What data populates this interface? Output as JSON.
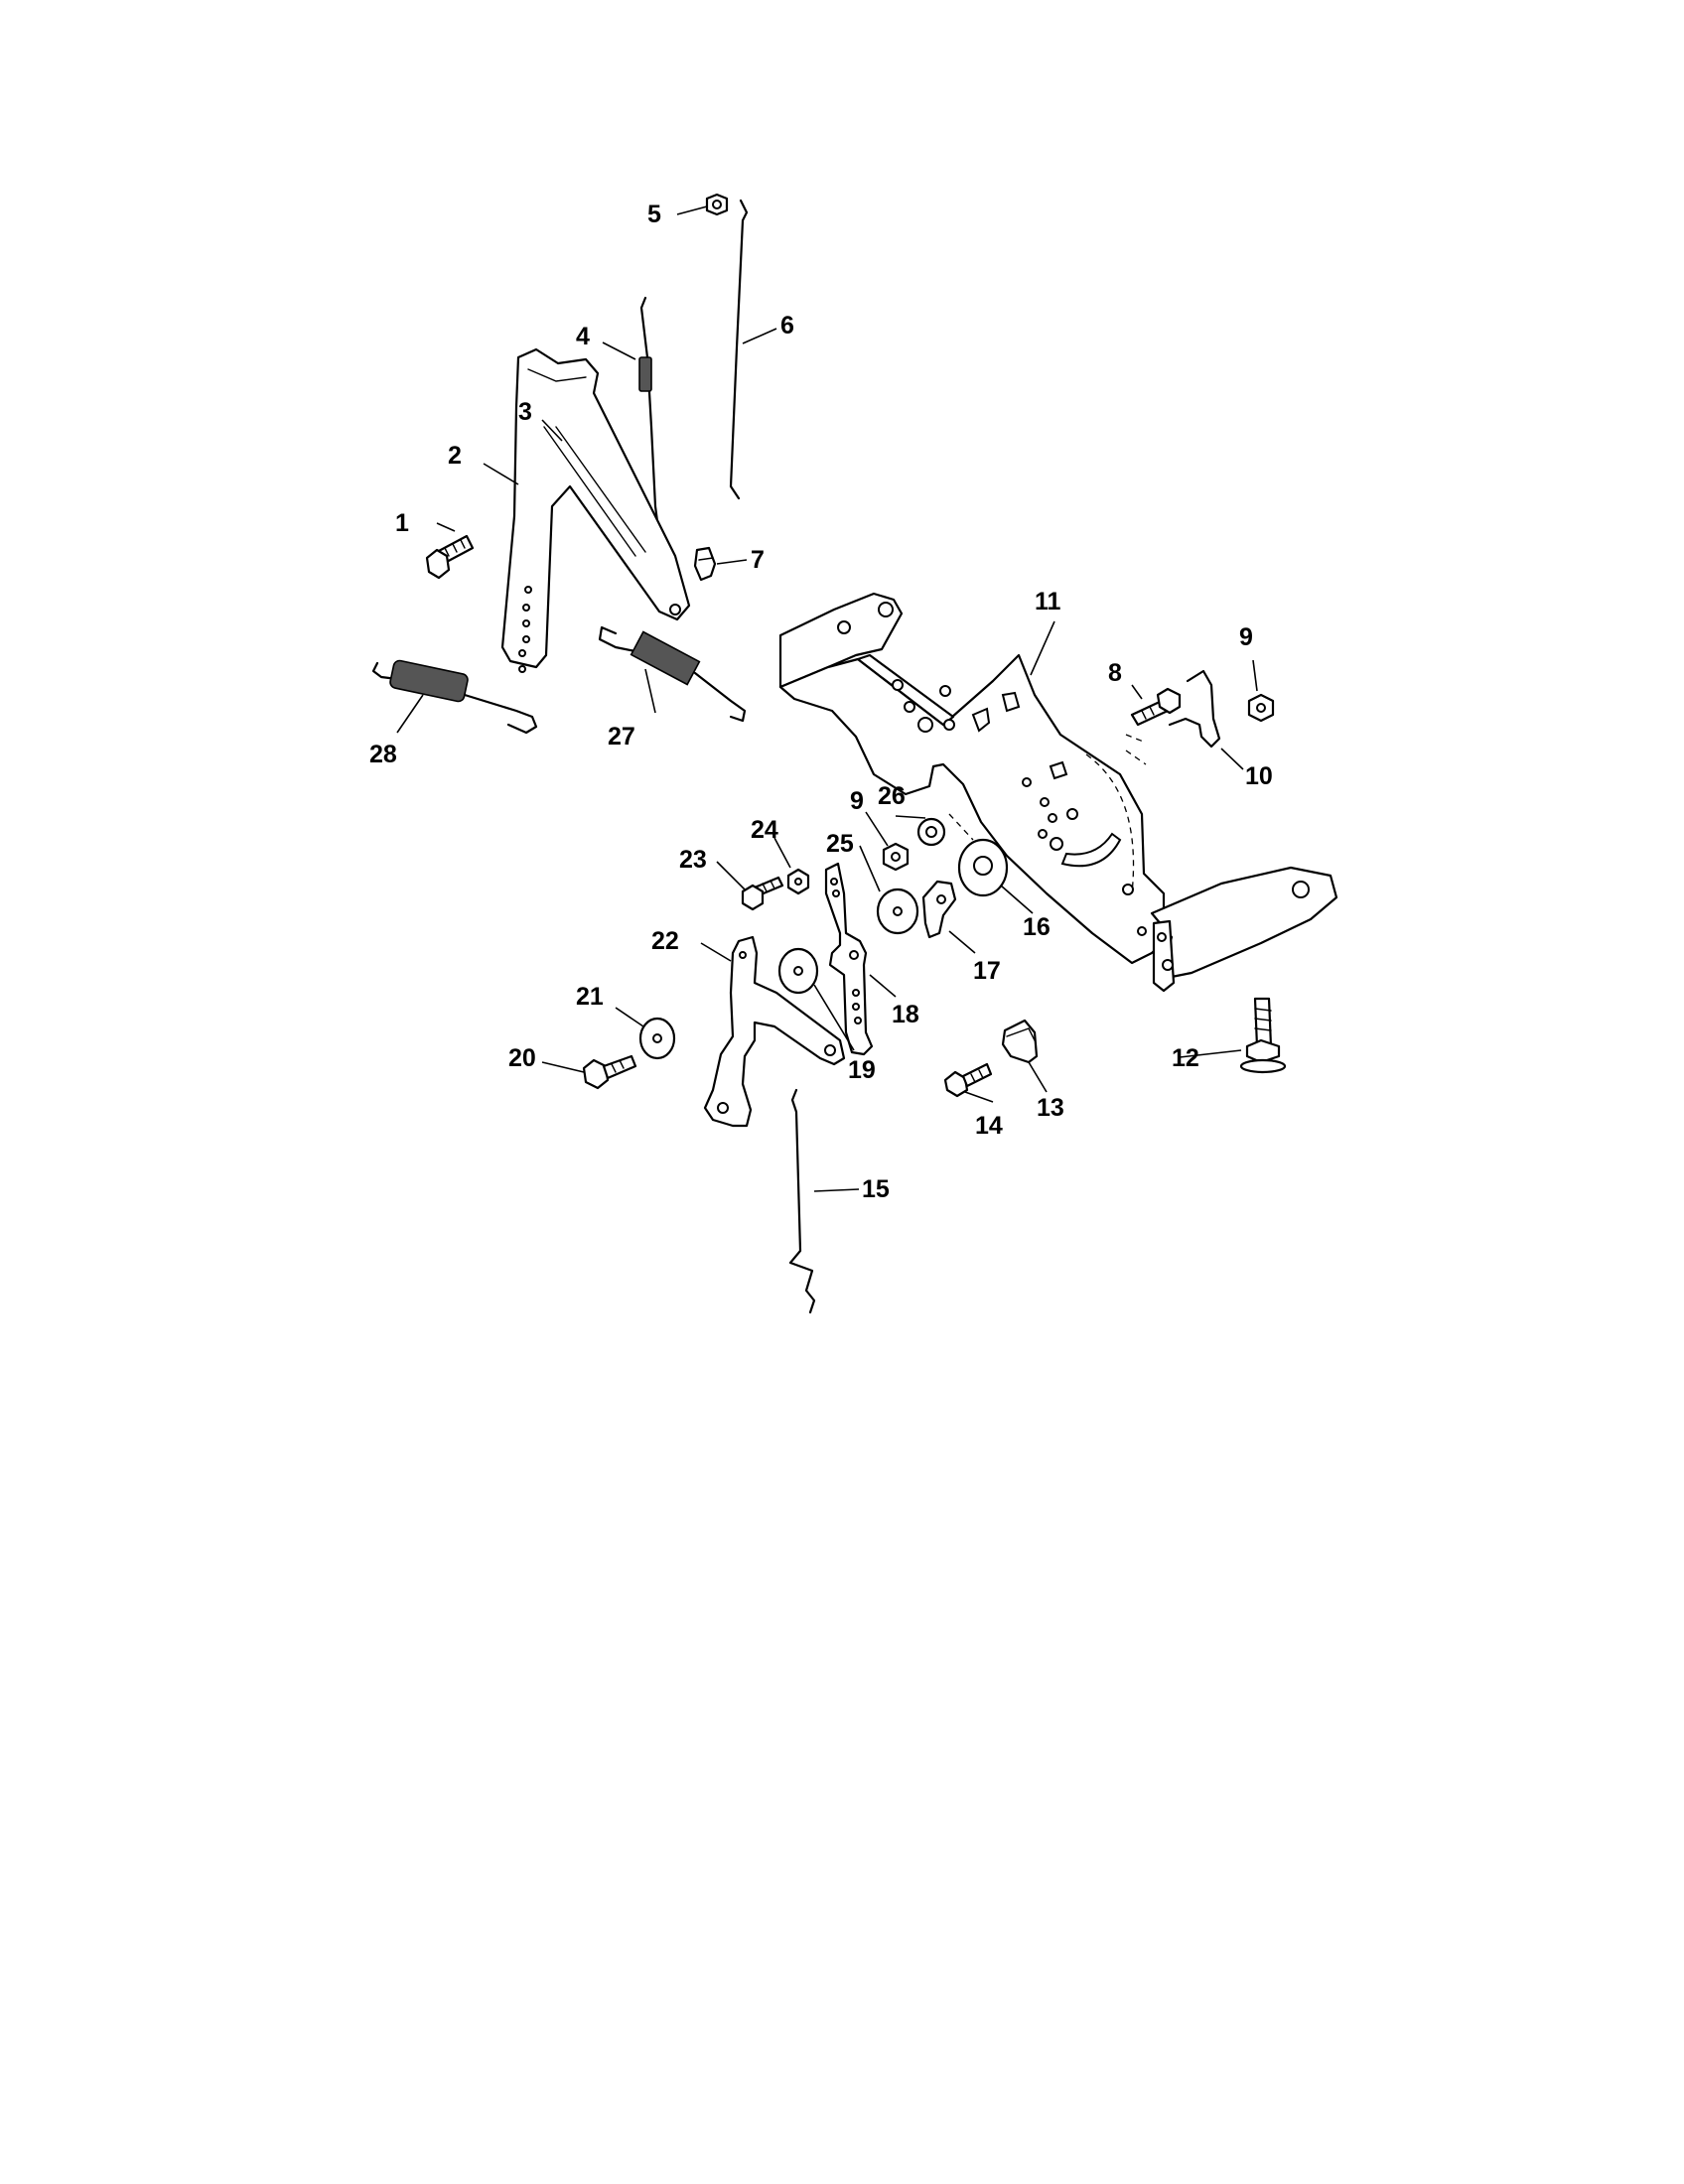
{
  "callouts": [
    {
      "id": "1",
      "text": "1"
    },
    {
      "id": "2",
      "text": "2"
    },
    {
      "id": "3",
      "text": "3"
    },
    {
      "id": "4",
      "text": "4"
    },
    {
      "id": "5",
      "text": "5"
    },
    {
      "id": "6",
      "text": "6"
    },
    {
      "id": "7",
      "text": "7"
    },
    {
      "id": "8",
      "text": "8"
    },
    {
      "id": "9a",
      "text": "9"
    },
    {
      "id": "9b",
      "text": "9"
    },
    {
      "id": "10",
      "text": "10"
    },
    {
      "id": "11",
      "text": "11"
    },
    {
      "id": "12",
      "text": "12"
    },
    {
      "id": "13",
      "text": "13"
    },
    {
      "id": "14",
      "text": "14"
    },
    {
      "id": "15",
      "text": "15"
    },
    {
      "id": "16",
      "text": "16"
    },
    {
      "id": "17",
      "text": "17"
    },
    {
      "id": "18",
      "text": "18"
    },
    {
      "id": "19",
      "text": "19"
    },
    {
      "id": "20",
      "text": "20"
    },
    {
      "id": "21",
      "text": "21"
    },
    {
      "id": "22",
      "text": "22"
    },
    {
      "id": "23",
      "text": "23"
    },
    {
      "id": "24",
      "text": "24"
    },
    {
      "id": "25",
      "text": "25"
    },
    {
      "id": "26",
      "text": "26"
    },
    {
      "id": "27",
      "text": "27"
    },
    {
      "id": "28",
      "text": "28"
    }
  ]
}
